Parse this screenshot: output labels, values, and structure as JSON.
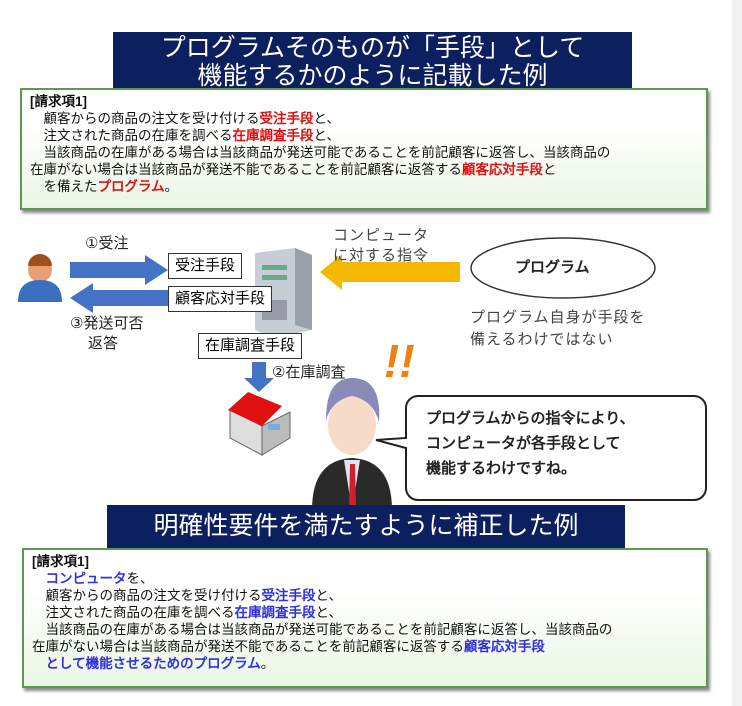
{
  "title1": {
    "line1": "プログラムそのものが「手段」として",
    "line2": "機能するかのように記載した例"
  },
  "claim1": {
    "heading": "[請求項1]",
    "l1": [
      "　顧客からの商品の注文を受け付ける",
      "受注手段",
      "と、"
    ],
    "l2": [
      "　注文された商品の在庫を調べる",
      "在庫調査手段",
      "と、"
    ],
    "l3": "　当該商品の在庫がある場合は当該商品が発送可能であることを前記顧客に返答し、当該商品の",
    "l4": [
      "在庫がない場合は当該商品が発送不能であることを前記顧客に返答する",
      "顧客応対手段",
      "と"
    ],
    "l5": [
      "　を備えた",
      "プログラム",
      "。"
    ]
  },
  "diagram": {
    "order_label": "①受注",
    "reply_label_1": "③発送可否",
    "reply_label_2": "返答",
    "box_order": "受注手段",
    "box_customer": "顧客応対手段",
    "box_stock": "在庫調査手段",
    "stock_label": "②在庫調査",
    "command_label_1": "コンピュータ",
    "command_label_2": "に対する指令",
    "program_label": "プログラム",
    "note_1": "プログラム自身が手段を",
    "note_2": "備えるわけではない",
    "exclaim": "!!",
    "speech_1": "プログラムからの指令により、",
    "speech_2": "コンピュータが各手段として",
    "speech_3": "機能するわけですね。"
  },
  "title2": {
    "line1": "明確性要件を満たすように補正した例"
  },
  "claim2": {
    "heading": "[請求項1]",
    "l0": [
      "　",
      "コンピュータ",
      "を、"
    ],
    "l1": [
      "　顧客からの商品の注文を受け付ける",
      "受注手段",
      "と、"
    ],
    "l2": [
      "　注文された商品の在庫を調べる",
      "在庫調査手段",
      "と、"
    ],
    "l3": "　当該商品の在庫がある場合は当該商品が発送可能であることを前記顧客に返答し、当該商品の",
    "l4": [
      "在庫がない場合は当該商品が発送不能であることを前記顧客に返答する",
      "顧客応対手段"
    ],
    "l5": [
      "　",
      "として機能させるためのプログラム",
      "。"
    ]
  },
  "colors": {
    "navy": "#0c1f5e",
    "red": "#e01010",
    "blue": "#3030e0",
    "arrow_blue": "#4472c4",
    "arrow_yellow": "#f5b800",
    "exclaim": "#f08010"
  }
}
